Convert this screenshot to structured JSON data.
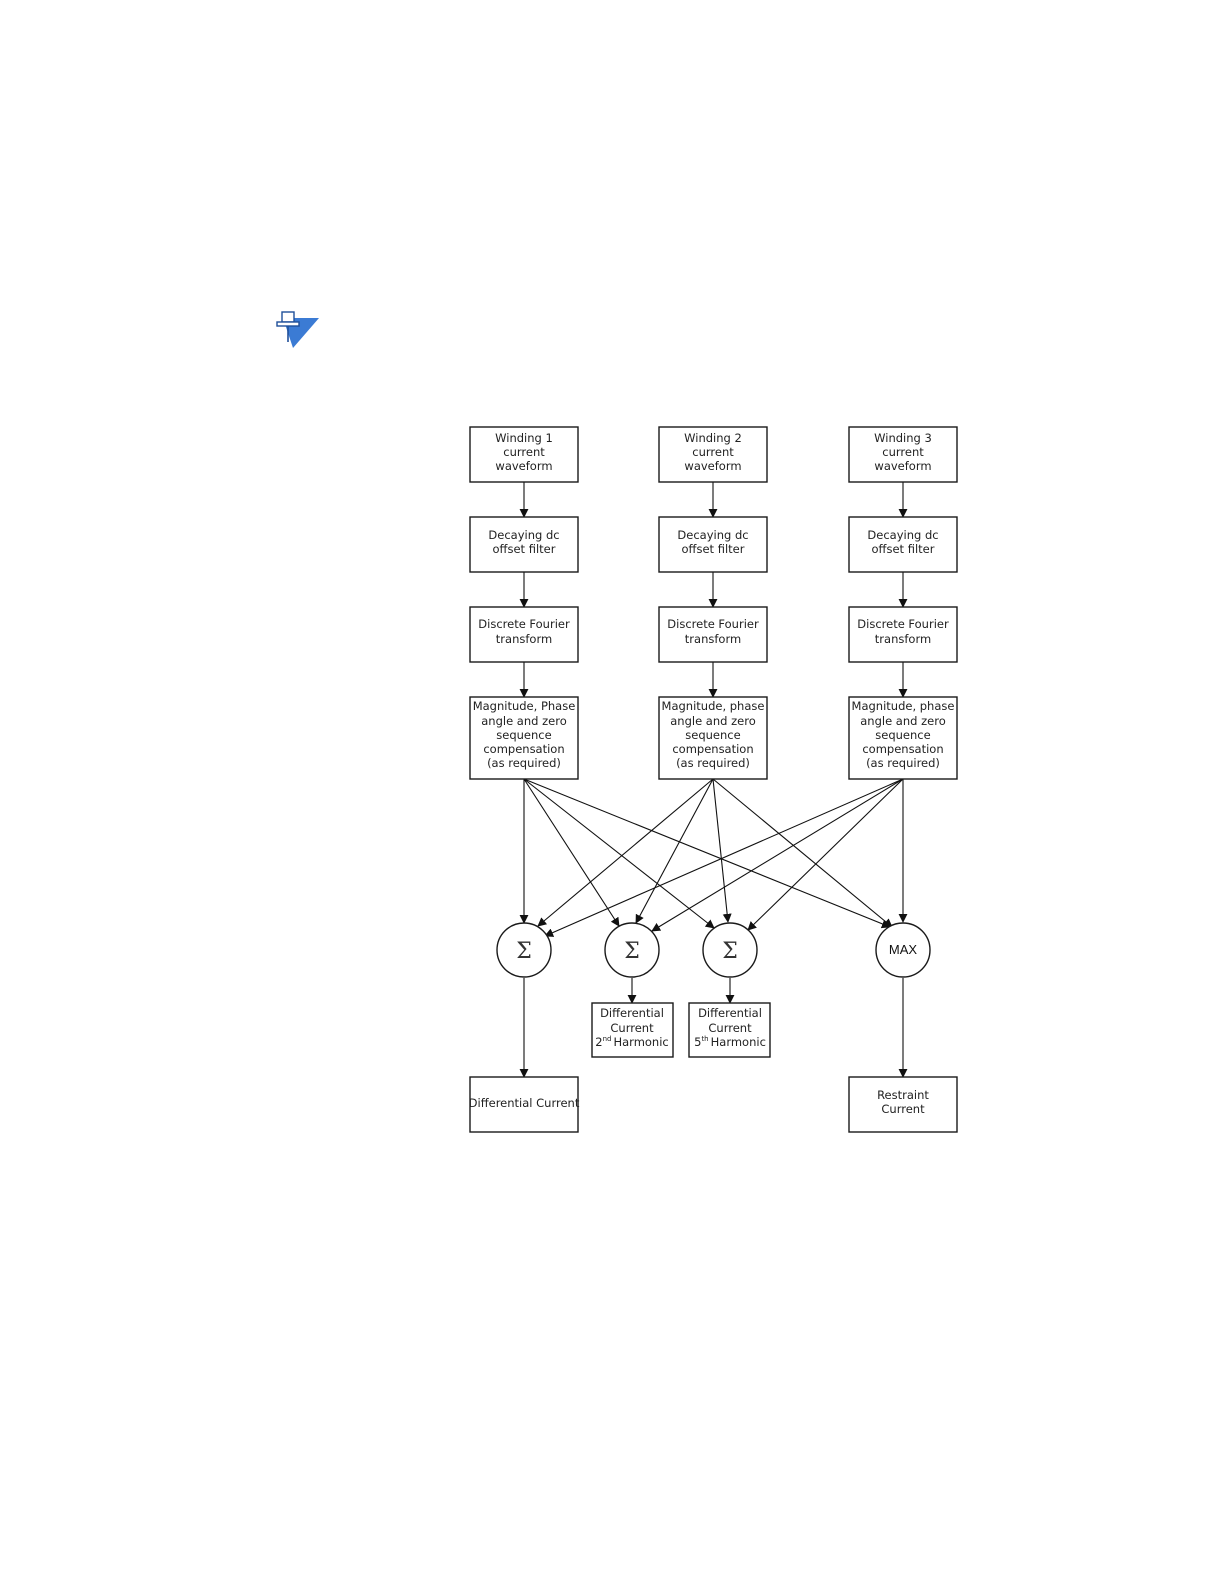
{
  "icons": {
    "note": "note-pushpin-icon",
    "note_color": "#3b7bd4"
  },
  "diagram": {
    "columns": [
      {
        "waveform": [
          "Winding 1",
          "current",
          "waveform"
        ],
        "filter": [
          "Decaying dc",
          "offset filter"
        ],
        "dft": [
          "Discrete Fourier",
          "transform"
        ],
        "compensation": [
          "Magnitude, Phase",
          "angle and zero",
          "sequence",
          "compensation",
          "(as required)"
        ]
      },
      {
        "waveform": [
          "Winding 2",
          "current",
          "waveform"
        ],
        "filter": [
          "Decaying dc",
          "offset filter"
        ],
        "dft": [
          "Discrete Fourier",
          "transform"
        ],
        "compensation": [
          "Magnitude, phase",
          "angle and zero",
          "sequence",
          "compensation",
          "(as required)"
        ]
      },
      {
        "waveform": [
          "Winding 3",
          "current",
          "waveform"
        ],
        "filter": [
          "Decaying dc",
          "offset filter"
        ],
        "dft": [
          "Discrete Fourier",
          "transform"
        ],
        "compensation": [
          "Magnitude, phase",
          "angle and zero",
          "sequence",
          "compensation",
          "(as required)"
        ]
      }
    ],
    "operators": {
      "sum_symbol": "Σ",
      "max_label": "MAX"
    },
    "harmonic2": {
      "line1": "Differential",
      "line2": "Current",
      "order": "2",
      "suffix": "nd",
      "word": "Harmonic"
    },
    "harmonic5": {
      "line1": "Differential",
      "line2": "Current",
      "order": "5",
      "suffix": "th",
      "word": "Harmonic"
    },
    "differential_current": "Differential Current",
    "restraint_current": [
      "Restraint",
      "Current"
    ]
  }
}
